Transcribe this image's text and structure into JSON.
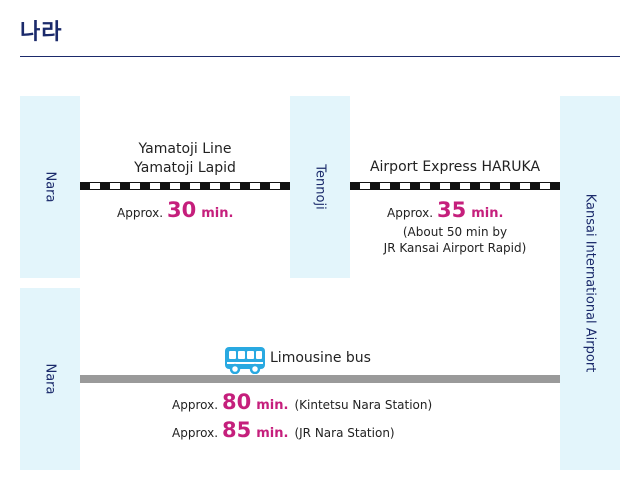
{
  "page": {
    "title": "나라"
  },
  "stations": {
    "nara_top": "Nara",
    "tennoji": "Tennoji",
    "kansai": "Kansai International Airport",
    "nara_bottom": "Nara"
  },
  "routes": {
    "yamatoji": {
      "line_name_1": "Yamatoji Line",
      "line_name_2": "Yamatoji Lapid",
      "approx": "Approx.",
      "minutes": "30",
      "unit": "min."
    },
    "haruka": {
      "line_name": "Airport Express HARUKA",
      "approx": "Approx.",
      "minutes": "35",
      "unit": "min.",
      "note_1": "(About 50 min by",
      "note_2": "JR Kansai Airport Rapid)"
    },
    "limousine": {
      "line_name": "Limousine bus",
      "icon": "bus-icon",
      "rows": [
        {
          "approx": "Approx.",
          "minutes": "80",
          "unit": "min.",
          "station": "(Kintetsu Nara Station)"
        },
        {
          "approx": "Approx.",
          "minutes": "85",
          "unit": "min.",
          "station": "(JR Nara Station)"
        }
      ]
    }
  },
  "colors": {
    "title": "#1b2a6b",
    "station_box": "#e3f5fb",
    "highlight": "#c51f7c",
    "bus": "#29a9e1",
    "bus_line": "#9a9a9a"
  }
}
